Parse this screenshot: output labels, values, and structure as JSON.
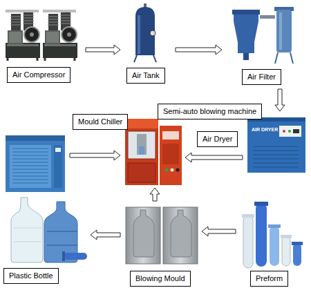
{
  "diagram": {
    "nodes": [
      {
        "text": [
          "Air Compressor"
        ]
      },
      {
        "text": [
          "Air Tank"
        ]
      },
      {
        "text": [
          "Air Filter"
        ]
      },
      {
        "text": [
          "Semi-auto blowing machine"
        ]
      },
      {
        "text": [
          "Mould Chiller"
        ]
      },
      {
        "text": [
          "Air Dryer"
        ]
      },
      {
        "text": [
          "Plastic Bottle"
        ]
      },
      {
        "text": [
          "Blowing Mould"
        ]
      },
      {
        "text": [
          "Preform"
        ]
      }
    ],
    "edges": [
      {
        "from": 0,
        "to": 1,
        "arrow": "to"
      },
      {
        "from": 1,
        "to": 2,
        "arrow": "to"
      },
      {
        "from": 2,
        "to": 5,
        "arrow": "to"
      },
      {
        "from": 5,
        "to": 3,
        "arrow": "to"
      },
      {
        "from": 4,
        "to": 3,
        "arrow": "to"
      },
      {
        "from": 7,
        "to": 3,
        "arrow": "to"
      },
      {
        "from": 8,
        "to": 7,
        "arrow": "to"
      },
      {
        "from": 7,
        "to": 6,
        "arrow": "to"
      }
    ],
    "labels": [
      "AIR DRYER"
    ]
  }
}
